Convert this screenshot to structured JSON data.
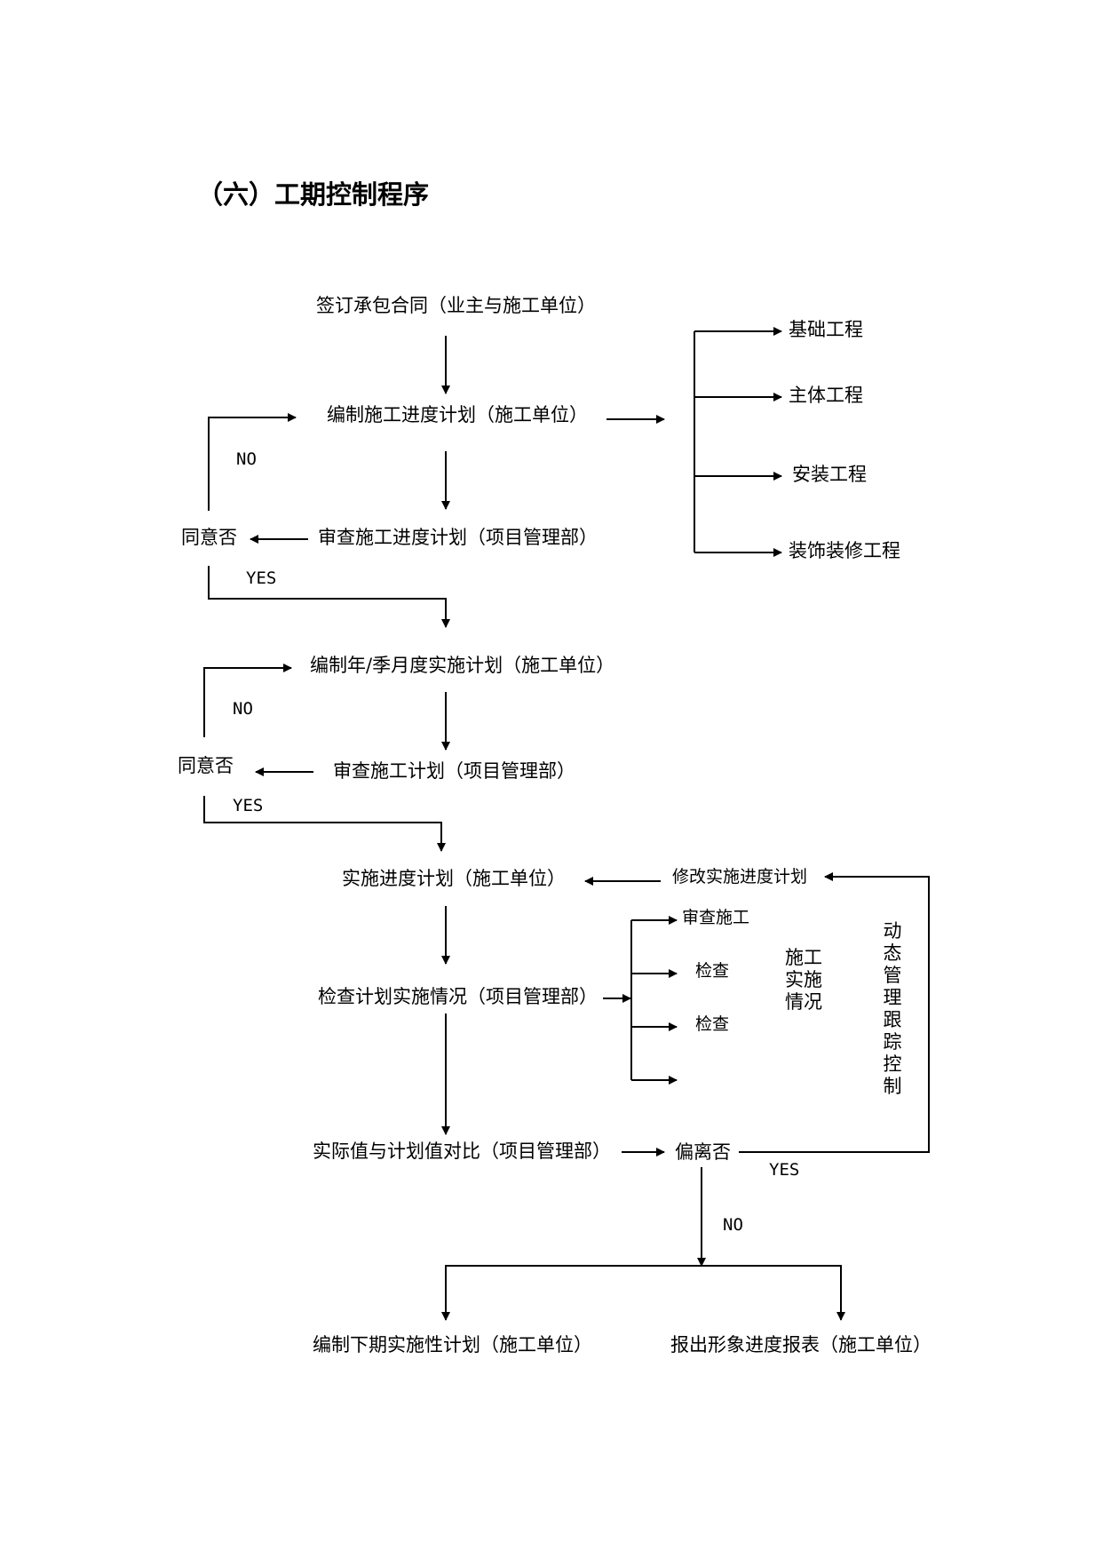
{
  "heading": "（六）工期控制程序",
  "nodes": {
    "sign_contract": "签订承包合同（业主与施工单位）",
    "compile_plan": "编制施工进度计划（施工单位）",
    "review_plan": "审查施工进度计划（项目管理部）",
    "agree_1": "同意否",
    "compile_annual": "编制年/季月度实施计划（施工单位）",
    "review_construction": "审查施工计划（项目管理部）",
    "agree_2": "同意否",
    "implement": "实施进度计划（施工单位）",
    "modify": "修改实施进度计划",
    "check_impl": "检查计划实施情况（项目管理部）",
    "compare": "实际值与计划值对比（项目管理部）",
    "deviate": "偏离否",
    "next_plan": "编制下期实施性计划（施工单位）",
    "report": "报出形象进度报表（施工单位）"
  },
  "branches": [
    "基础工程",
    "主体工程",
    "安装工程",
    "装饰装修工程"
  ],
  "inspections": [
    "审查施工",
    "检查",
    "检查"
  ],
  "status_block": [
    "施工",
    "实施",
    "情况"
  ],
  "vertical_label": [
    "动",
    "态",
    "管",
    "理",
    "跟",
    "踪",
    "控",
    "制"
  ],
  "labels": {
    "no_1": "NO",
    "yes_1": "YES",
    "no_2": "NO",
    "yes_2": "YES",
    "yes_3": "YES",
    "no_3": "NO"
  }
}
